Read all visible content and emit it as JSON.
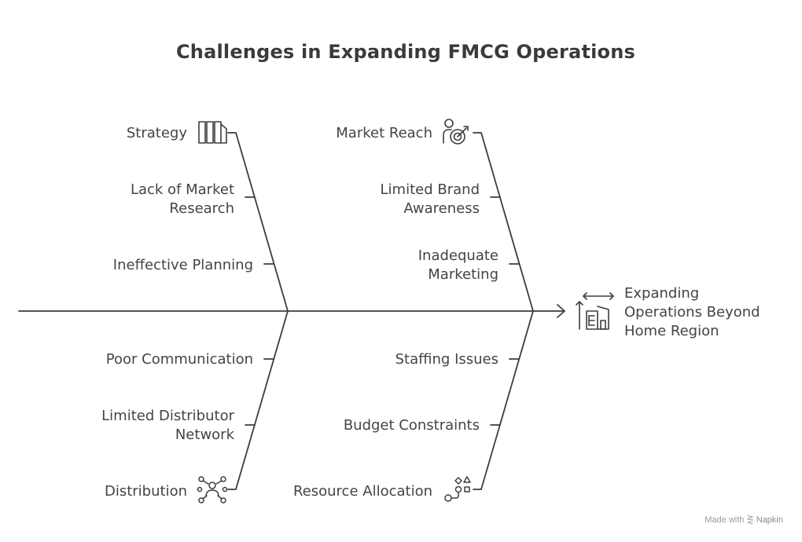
{
  "title": "Challenges in Expanding FMCG Operations",
  "effect": {
    "text": "Expanding\nOperations Beyond\nHome Region",
    "icon": "building-expansion-icon"
  },
  "categories": {
    "strategy": {
      "label": "Strategy",
      "icon": "columns-icon",
      "causes": [
        "Lack of Market\nResearch",
        "Ineffective Planning"
      ]
    },
    "market_reach": {
      "label": "Market Reach",
      "icon": "target-person-icon",
      "causes": [
        "Limited Brand\nAwareness",
        "Inadequate\nMarketing"
      ]
    },
    "distribution": {
      "label": "Distribution",
      "icon": "network-people-icon",
      "causes": [
        "Poor Communication",
        "Limited Distributor\nNetwork"
      ]
    },
    "resource_allocation": {
      "label": "Resource Allocation",
      "icon": "shapes-allocation-icon",
      "causes": [
        "Staffing Issues",
        "Budget Constraints"
      ]
    }
  },
  "watermark": {
    "prefix": "Made with",
    "brand": "Napkin"
  },
  "colors": {
    "line": "#3d3d3d",
    "text": "#444444",
    "watermark": "#9a9a9a"
  }
}
